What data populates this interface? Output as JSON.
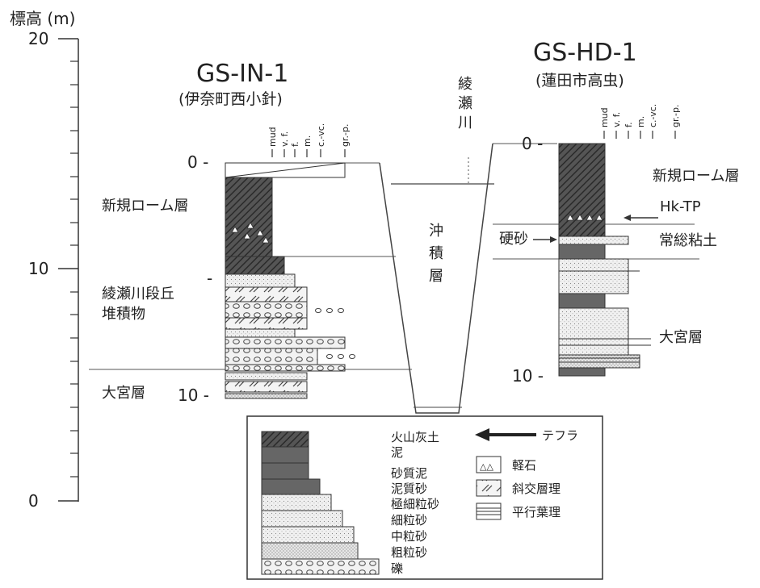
{
  "scale": {
    "label": "標高 (m)",
    "ticks": [
      "20",
      "10",
      "0"
    ]
  },
  "columns": {
    "left": {
      "name": "GS-IN-1",
      "place": "(伊奈町西小針)",
      "grain_labels": [
        "mud",
        "v. f.",
        "f.",
        "m.",
        "c.-vc.",
        "gr.-p."
      ],
      "depth_labels": [
        "0 -",
        "-",
        "10 -"
      ],
      "unit_labels": [
        "新規ローム層",
        "綾瀬川段丘",
        "堆積物",
        "大宮層"
      ]
    },
    "right": {
      "name": "GS-HD-1",
      "place": "(蓮田市高虫)",
      "grain_labels": [
        "mud",
        "v. f.",
        "f.",
        "m.",
        "c.-vc.",
        "gr.-p."
      ],
      "depth_labels": [
        "0 -",
        "10 -"
      ],
      "unit_labels": [
        "新規ローム層",
        "常総粘土",
        "大宮層"
      ],
      "markers": [
        "Hk-TP",
        "硬砂"
      ]
    }
  },
  "valley": {
    "river": [
      "綾",
      "瀬",
      "川"
    ],
    "fill": [
      "沖",
      "積",
      "層"
    ]
  },
  "legend": {
    "grain_classes": [
      "火山灰土",
      "泥",
      "砂質泥",
      "泥質砂",
      "極細粒砂",
      "細粒砂",
      "中粒砂",
      "粗粒砂",
      "礫"
    ],
    "tephra": "テフラ",
    "symbols": [
      "軽石",
      "斜交層理",
      "平行葉理"
    ],
    "pumice_glyph": "△△"
  }
}
